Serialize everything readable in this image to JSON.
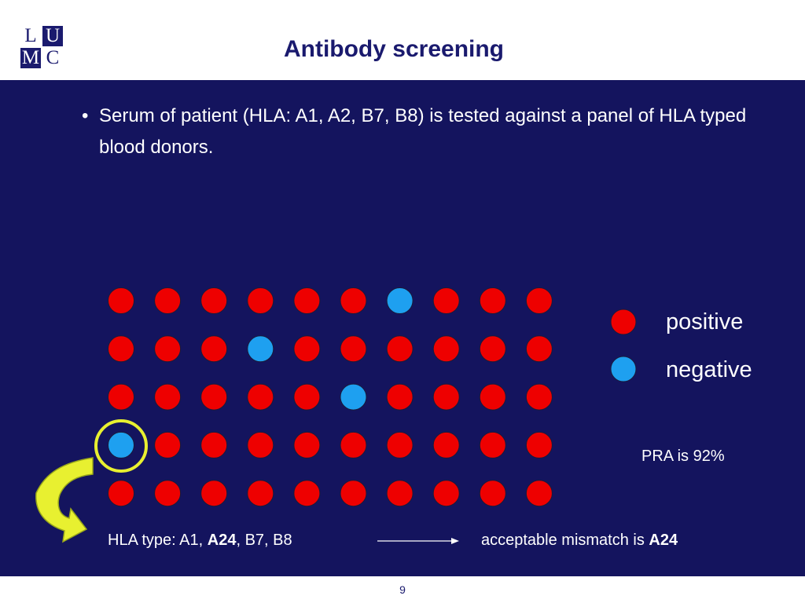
{
  "logo": {
    "top_left": "L",
    "top_right": "U",
    "bottom_left": "M",
    "bottom_right": "C"
  },
  "title": "Antibody screening",
  "bullet": {
    "dot": "•",
    "text": "Serum of patient (HLA: A1, A2, B7, B8) is tested against a panel of HLA typed blood donors."
  },
  "grid": {
    "rows": 5,
    "cols": 10,
    "negative_cells": [
      [
        0,
        6
      ],
      [
        1,
        3
      ],
      [
        2,
        5
      ],
      [
        3,
        0
      ]
    ],
    "highlighted_cell": [
      3,
      0
    ]
  },
  "legend": {
    "positive": {
      "label": "positive",
      "color": "#ee0000"
    },
    "negative": {
      "label": "negative",
      "color": "#1ea0f0"
    }
  },
  "pra_text": "PRA is 92%",
  "hla_type": {
    "prefix": "HLA type: A1, ",
    "bold": "A24",
    "suffix": ", B7, B8"
  },
  "acceptable": {
    "prefix": "acceptable mismatch is ",
    "bold": "A24"
  },
  "colors": {
    "highlight": "#e8f030",
    "arrow": "#e8f030",
    "panel": "#14145e",
    "title": "#1a1a6e"
  },
  "page_number": "9"
}
